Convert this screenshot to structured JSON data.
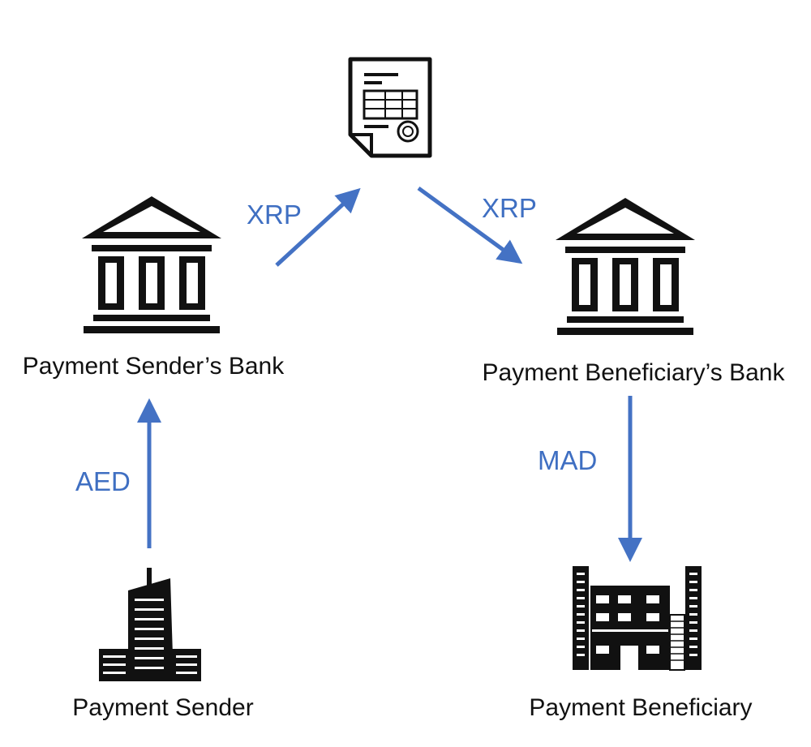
{
  "nodes": {
    "ledger": {},
    "sender_bank": {
      "label": "Payment Sender’s Bank"
    },
    "beneficiary_bank": {
      "label": "Payment Beneficiary’s Bank"
    },
    "sender": {
      "label": "Payment Sender"
    },
    "beneficiary": {
      "label": "Payment Beneficiary"
    }
  },
  "edges": {
    "sender_to_bank": {
      "currency": "AED"
    },
    "bank_to_ledger": {
      "currency": "XRP"
    },
    "ledger_to_bank": {
      "currency": "XRP"
    },
    "bank_to_beneficiary": {
      "currency": "MAD"
    }
  },
  "colors": {
    "arrow": "#4472C4",
    "currency_text": "#3F6FC2",
    "icon": "#111111"
  }
}
